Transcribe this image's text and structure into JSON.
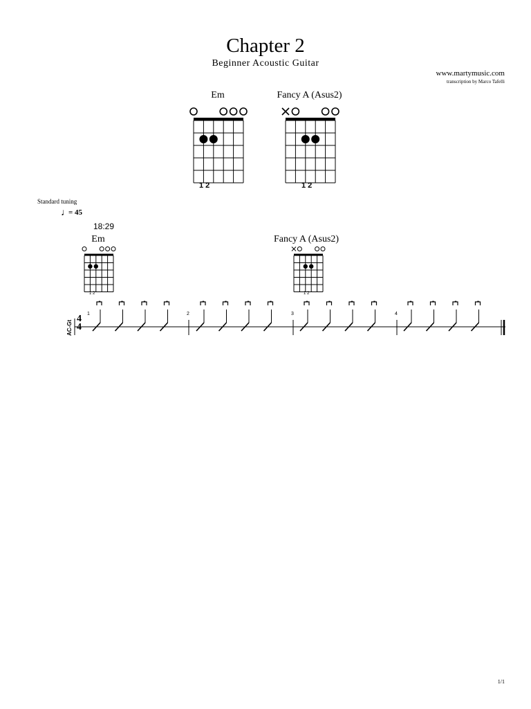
{
  "header": {
    "title": "Chapter 2",
    "subtitle": "Beginner Acoustic Guitar",
    "website": "www.martymusic.com",
    "credit": "transcription by Marco Tafelli"
  },
  "chord_diagrams": [
    {
      "name": "Em",
      "string_markers": [
        "open",
        "none",
        "none",
        "open",
        "open",
        "open"
      ],
      "dots": [
        {
          "string": 2,
          "fret": 2
        },
        {
          "string": 3,
          "fret": 2
        }
      ],
      "fingering": "1 2"
    },
    {
      "name": "Fancy A (Asus2)",
      "string_markers": [
        "mute",
        "open",
        "none",
        "none",
        "open",
        "open"
      ],
      "dots": [
        {
          "string": 3,
          "fret": 2
        },
        {
          "string": 4,
          "fret": 2
        }
      ],
      "fingering": "1 2"
    }
  ],
  "score": {
    "tuning": "Standard tuning",
    "tempo": "= 45",
    "timestamp": "18:29",
    "track_label": "AC-Gt",
    "time_signature": {
      "top": "4",
      "bottom": "4"
    },
    "measures": [
      {
        "number": "1",
        "chord": "Em",
        "strums": 4
      },
      {
        "number": "2",
        "chord": "",
        "strums": 4
      },
      {
        "number": "3",
        "chord": "Fancy A (Asus2)",
        "strums": 4
      },
      {
        "number": "4",
        "chord": "",
        "strums": 4
      }
    ]
  },
  "footer": {
    "page_number": "1/1"
  }
}
